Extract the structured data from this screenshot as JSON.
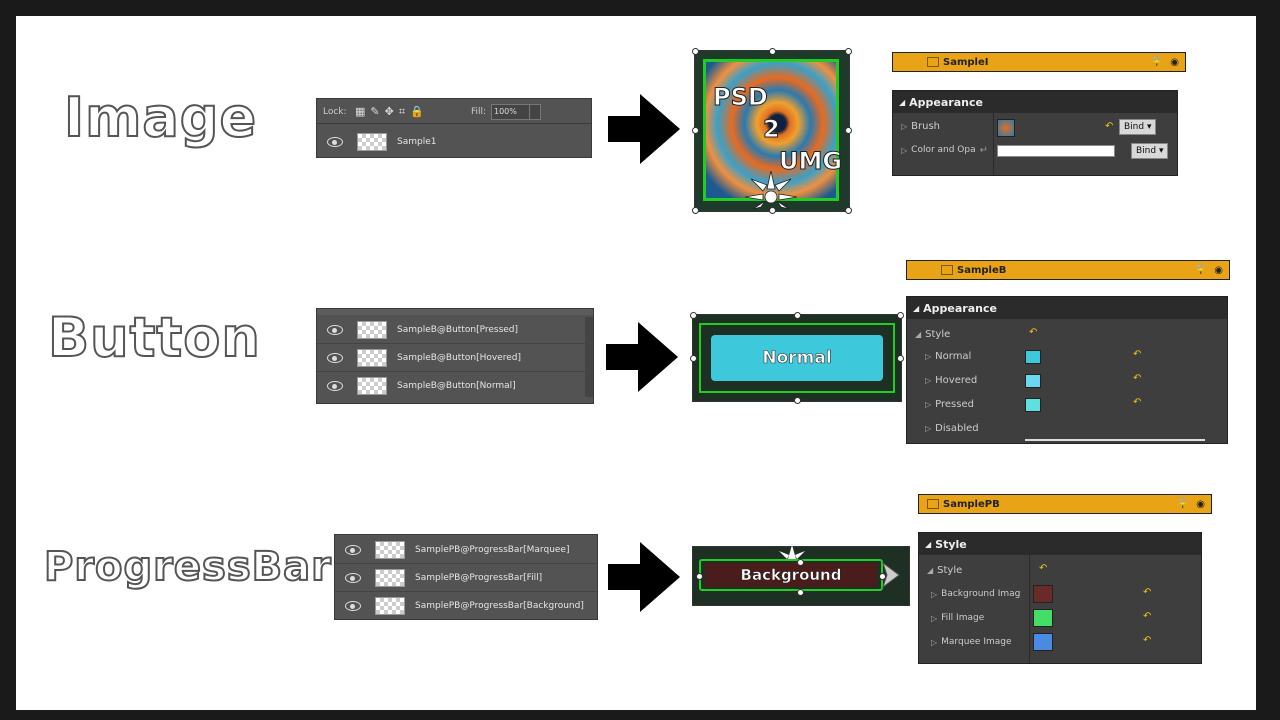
{
  "rows": [
    {
      "label": "Image",
      "ps_lock_label": "Lock:",
      "ps_fill_label": "Fill:",
      "ps_fill_value": "100%",
      "layers": [
        "Sample1"
      ],
      "preview_text": [
        "PSD",
        "2",
        "UMG"
      ],
      "ue_name": "SampleI",
      "panel_title": "Appearance",
      "props": [
        "Brush",
        "Color and Opa"
      ],
      "bind_label": "Bind"
    },
    {
      "label": "Button",
      "layers": [
        "SampleB@Button[Pressed]",
        "SampleB@Button[Hovered]",
        "SampleB@Button[Normal]"
      ],
      "preview_text": "Normal",
      "ue_name": "SampleB",
      "panel_title": "Appearance",
      "style_label": "Style",
      "props": [
        "Normal",
        "Hovered",
        "Pressed",
        "Disabled"
      ]
    },
    {
      "label": "ProgressBar",
      "layers": [
        "SamplePB@ProgressBar[Marquee]",
        "SamplePB@ProgressBar[Fill]",
        "SamplePB@ProgressBar[Background]"
      ],
      "preview_text": "Background",
      "ue_name": "SamplePB",
      "panel_title": "Style",
      "style_label": "Style",
      "props": [
        "Background Imag",
        "Fill Image",
        "Marquee Image"
      ]
    }
  ],
  "colors": {
    "ue_header": "#e8a317",
    "button_fill": "#3ec8dc",
    "selection_green": "#22cc22",
    "progress_fill": "#4a1c1c"
  }
}
